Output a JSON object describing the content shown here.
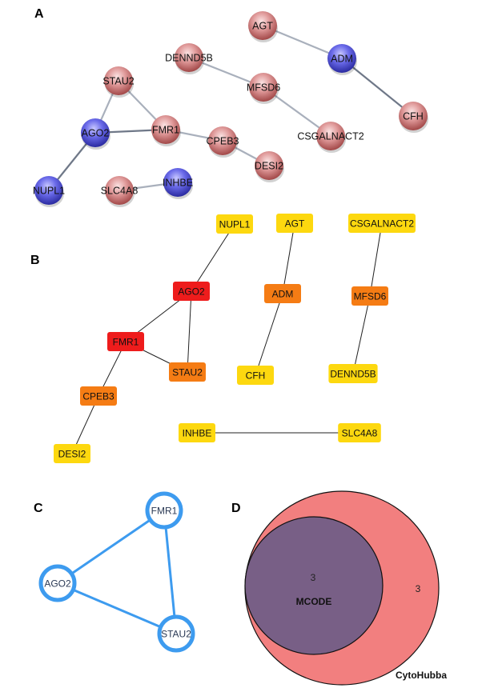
{
  "panels": {
    "A": {
      "label": "A"
    },
    "B": {
      "label": "B"
    },
    "C": {
      "label": "C"
    },
    "D": {
      "label": "D"
    }
  },
  "colors": {
    "node_red": "#d98a8a",
    "node_blue": "#5a5ad6",
    "edge_gray": "#9aa2b0",
    "rank_red": "#ee1c1c",
    "rank_orange": "#f57c14",
    "rank_yellow": "#fdd80f",
    "cluster_blue": "#3d9bef",
    "venn_outer": "#f27f7f",
    "venn_inner": "#785f86"
  },
  "panel_a": {
    "title": "PPI network",
    "nodes": [
      {
        "id": "AGT",
        "color": "red"
      },
      {
        "id": "ADM",
        "color": "blue"
      },
      {
        "id": "DENND5B",
        "color": "red"
      },
      {
        "id": "MFSD6",
        "color": "red"
      },
      {
        "id": "CSGALNACT2",
        "color": "red"
      },
      {
        "id": "CFH",
        "color": "red"
      },
      {
        "id": "STAU2",
        "color": "red"
      },
      {
        "id": "FMR1",
        "color": "red"
      },
      {
        "id": "AGO2",
        "color": "blue"
      },
      {
        "id": "CPEB3",
        "color": "red"
      },
      {
        "id": "DESI2",
        "color": "red"
      },
      {
        "id": "NUPL1",
        "color": "blue"
      },
      {
        "id": "SLC4A8",
        "color": "red"
      },
      {
        "id": "INHBE",
        "color": "blue"
      }
    ],
    "edges": [
      [
        "AGT",
        "ADM"
      ],
      [
        "ADM",
        "CFH"
      ],
      [
        "DENND5B",
        "MFSD6"
      ],
      [
        "MFSD6",
        "CSGALNACT2"
      ],
      [
        "STAU2",
        "AGO2"
      ],
      [
        "STAU2",
        "FMR1"
      ],
      [
        "AGO2",
        "FMR1"
      ],
      [
        "FMR1",
        "CPEB3"
      ],
      [
        "CPEB3",
        "DESI2"
      ],
      [
        "AGO2",
        "NUPL1"
      ],
      [
        "SLC4A8",
        "INHBE"
      ]
    ]
  },
  "panel_b": {
    "title": "CytoHubba ranking",
    "nodes": [
      {
        "id": "NUPL1",
        "rank": "low"
      },
      {
        "id": "AGT",
        "rank": "low"
      },
      {
        "id": "CSGALNACT2",
        "rank": "low"
      },
      {
        "id": "AGO2",
        "rank": "high"
      },
      {
        "id": "ADM",
        "rank": "mid"
      },
      {
        "id": "MFSD6",
        "rank": "mid"
      },
      {
        "id": "FMR1",
        "rank": "high"
      },
      {
        "id": "STAU2",
        "rank": "mid"
      },
      {
        "id": "CFH",
        "rank": "low"
      },
      {
        "id": "DENND5B",
        "rank": "low"
      },
      {
        "id": "CPEB3",
        "rank": "mid"
      },
      {
        "id": "DESI2",
        "rank": "low"
      },
      {
        "id": "INHBE",
        "rank": "low"
      },
      {
        "id": "SLC4A8",
        "rank": "low"
      }
    ],
    "edges": [
      [
        "NUPL1",
        "AGO2"
      ],
      [
        "AGT",
        "ADM"
      ],
      [
        "CSGALNACT2",
        "MFSD6"
      ],
      [
        "AGO2",
        "FMR1"
      ],
      [
        "AGO2",
        "STAU2"
      ],
      [
        "ADM",
        "CFH"
      ],
      [
        "MFSD6",
        "DENND5B"
      ],
      [
        "FMR1",
        "STAU2"
      ],
      [
        "FMR1",
        "CPEB3"
      ],
      [
        "CPEB3",
        "DESI2"
      ],
      [
        "INHBE",
        "SLC4A8"
      ]
    ]
  },
  "panel_c": {
    "title": "MCODE cluster",
    "nodes": [
      {
        "id": "FMR1"
      },
      {
        "id": "AGO2"
      },
      {
        "id": "STAU2"
      }
    ],
    "edges": [
      [
        "FMR1",
        "AGO2"
      ],
      [
        "FMR1",
        "STAU2"
      ],
      [
        "AGO2",
        "STAU2"
      ]
    ]
  },
  "panel_d": {
    "sets": [
      {
        "name": "CytoHubba",
        "only_count": "3"
      },
      {
        "name": "MCODE",
        "overlap_count": "3"
      }
    ],
    "outer_label": "CytoHubba",
    "inner_label": "MCODE",
    "overlap_count": "3",
    "outer_only_count": "3"
  }
}
